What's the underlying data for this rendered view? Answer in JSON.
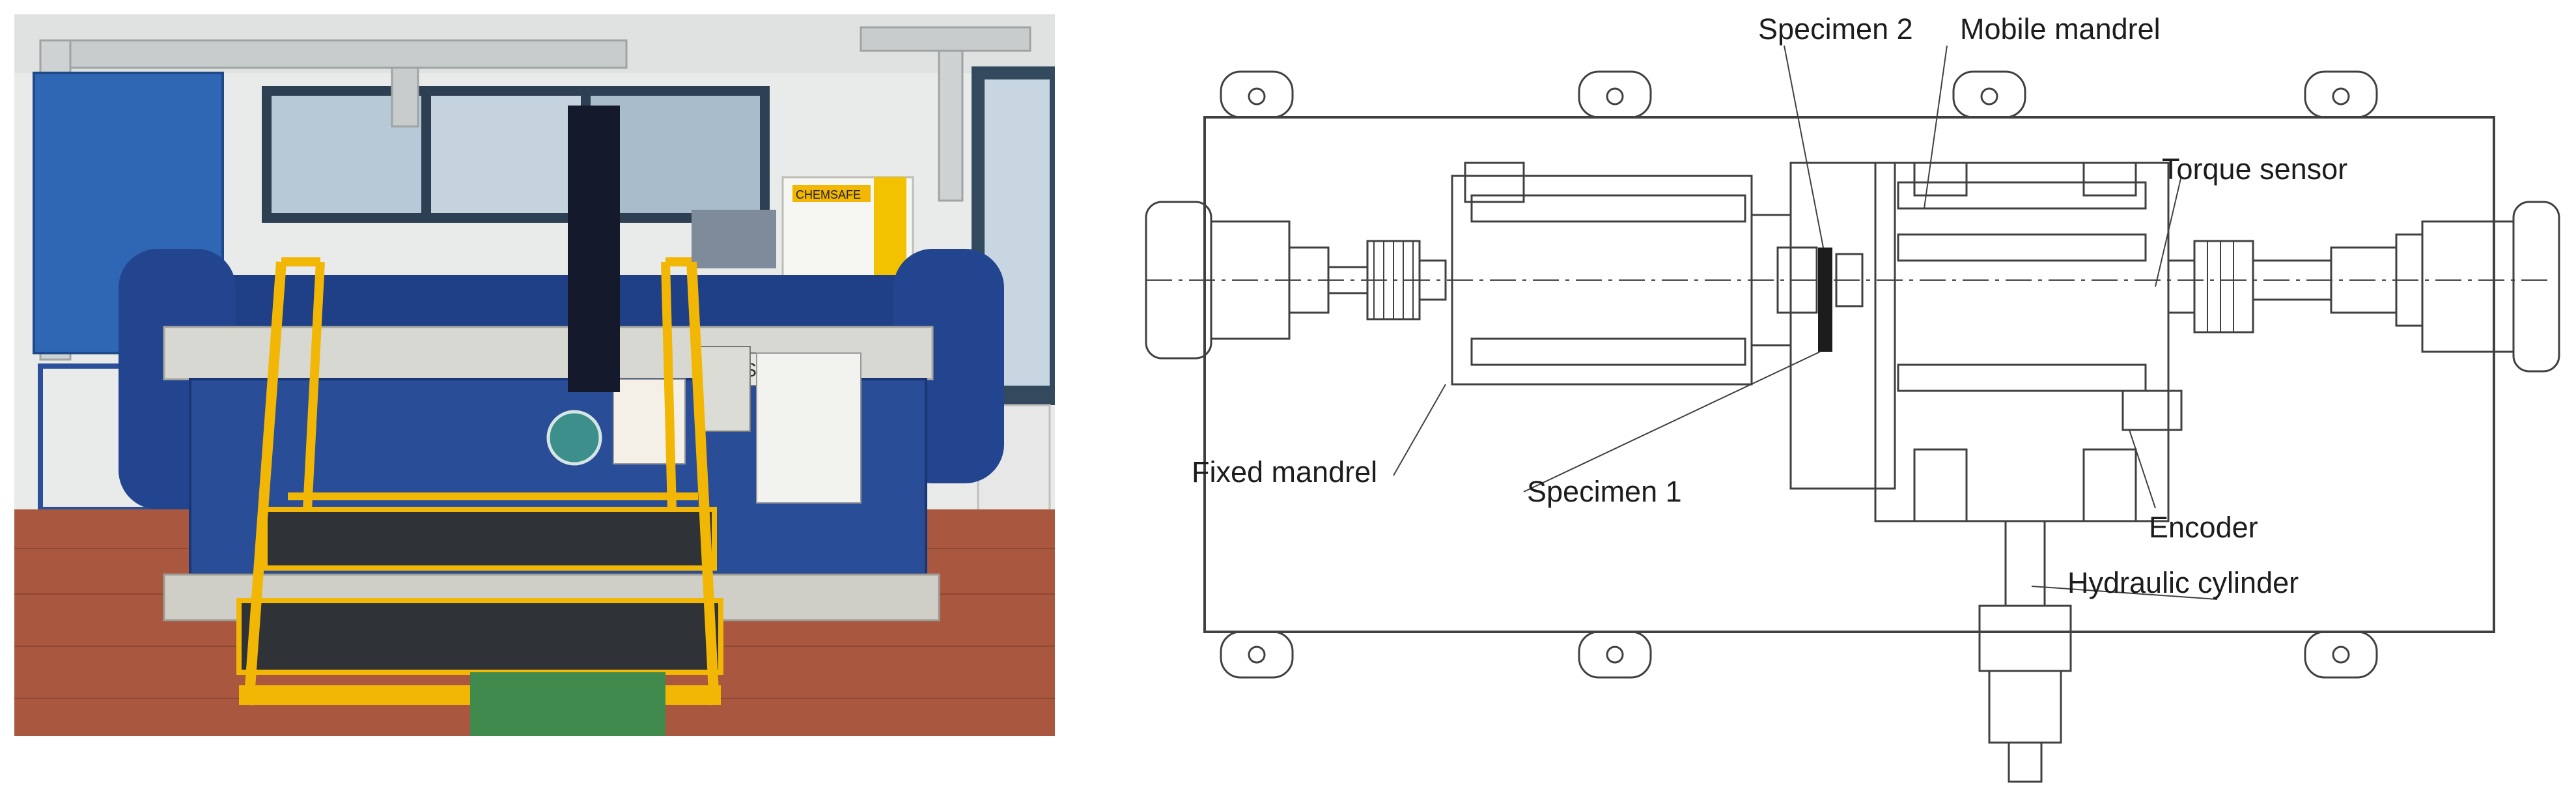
{
  "figure": {
    "photo": {
      "sign_text": "CHEMSAFE",
      "brand_text": "SAVE"
    },
    "drawing": {
      "labels": {
        "specimen_2": "Specimen 2",
        "mobile_mandrel": "Mobile mandrel",
        "torque_sensor": "Torque sensor",
        "fixed_mandrel": "Fixed mandrel",
        "specimen_1": "Specimen 1",
        "encoder": "Encoder",
        "hydraulic_cylinder": "Hydraulic cylinder"
      }
    }
  },
  "colors": {
    "machine_blue": "#1f3f86",
    "stair_yellow": "#f2b705",
    "floor_red": "#a9583f",
    "line_gray": "#404040"
  }
}
